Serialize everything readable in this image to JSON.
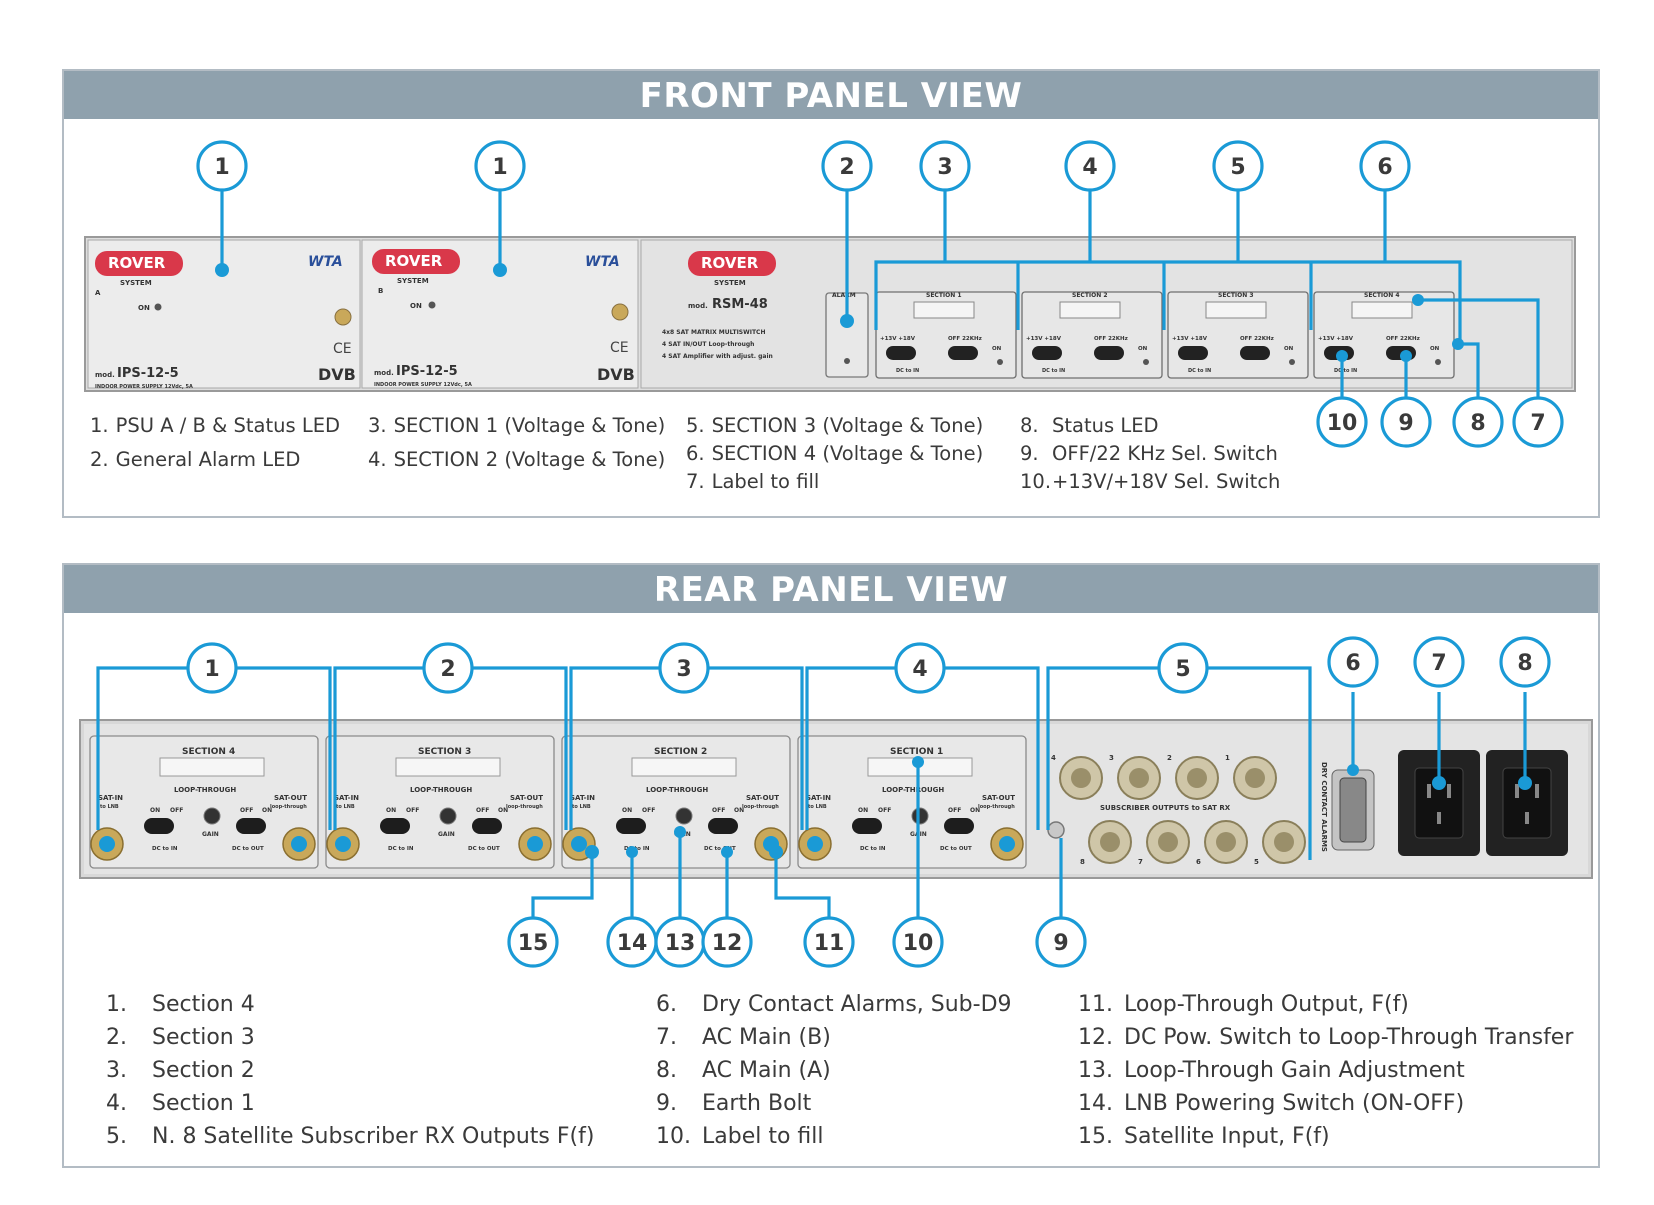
{
  "front": {
    "title": "FRONT PANEL VIEW",
    "callouts_top": [
      "1",
      "1",
      "2",
      "3",
      "4",
      "5",
      "6"
    ],
    "callouts_bottom": [
      "10",
      "9",
      "8",
      "7"
    ],
    "device": {
      "psu_a": {
        "brand": "ROVER",
        "sub": "SYSTEM",
        "led_label": "ON",
        "model": "IPS-12-5",
        "mod_prefix": "mod.",
        "desc": "INDOOR POWER SUPPLY 12Vdc, 5A",
        "logo": "WTA",
        "ce": "CE",
        "dvb": "DVB",
        "slot": "A"
      },
      "psu_b": {
        "brand": "ROVER",
        "sub": "SYSTEM",
        "led_label": "ON",
        "model": "IPS-12-5",
        "mod_prefix": "mod.",
        "desc": "INDOOR POWER SUPPLY 12Vdc, 5A",
        "logo": "WTA",
        "ce": "CE",
        "dvb": "DVB",
        "slot": "B"
      },
      "main": {
        "brand": "ROVER",
        "sub": "SYSTEM",
        "mod_prefix": "mod.",
        "model": "RSM-48",
        "features": [
          "4x8 SAT MATRIX MULTISWITCH",
          "4 SAT IN/OUT Loop-through",
          "4 SAT Amplifier with adjust. gain"
        ],
        "alarm_label": "ALARM"
      },
      "sections": [
        {
          "label": "SECTION 1",
          "v_label": "+13V  +18V",
          "t_label": "OFF  22KHz",
          "dc_label": "DC to IN",
          "on_label": "ON"
        },
        {
          "label": "SECTION 2",
          "v_label": "+13V  +18V",
          "t_label": "OFF  22KHz",
          "dc_label": "DC to IN",
          "on_label": "ON"
        },
        {
          "label": "SECTION 3",
          "v_label": "+13V  +18V",
          "t_label": "OFF  22KHz",
          "dc_label": "DC to IN",
          "on_label": "ON"
        },
        {
          "label": "SECTION 4",
          "v_label": "+13V  +18V",
          "t_label": "OFF  22KHz",
          "dc_label": "DC to IN",
          "on_label": "ON"
        }
      ]
    },
    "legend": {
      "col1": [
        {
          "num": "1.",
          "text": "PSU A / B & Status LED"
        },
        {
          "num": "2.",
          "text": "General Alarm LED"
        }
      ],
      "col2": [
        {
          "num": "3.",
          "text": "SECTION 1 (Voltage & Tone)"
        },
        {
          "num": "4.",
          "text": "SECTION 2 (Voltage & Tone)"
        }
      ],
      "col3": [
        {
          "num": "5.",
          "text": "SECTION 3  (Voltage & Tone)"
        },
        {
          "num": "6.",
          "text": "SECTION 4  (Voltage & Tone)"
        },
        {
          "num": "7.",
          "text": "Label to fill"
        }
      ],
      "col4": [
        {
          "num": "8.",
          "text": "Status LED"
        },
        {
          "num": "9.",
          "text": "OFF/22 KHz Sel. Switch"
        },
        {
          "num": "10.",
          "text": "+13V/+18V Sel. Switch"
        }
      ]
    }
  },
  "rear": {
    "title": "REAR PANEL VIEW",
    "callouts_top": [
      "1",
      "2",
      "3",
      "4",
      "5",
      "6",
      "7",
      "8"
    ],
    "callouts_bottom": [
      "15",
      "14",
      "13",
      "12",
      "11",
      "10",
      "9"
    ],
    "device": {
      "sections": [
        {
          "label": "SECTION 4",
          "loop": "LOOP-THROUGH",
          "sat_in": "SAT-IN",
          "sat_in_sub": "to LNB",
          "sat_out": "SAT-OUT",
          "sat_out_sub": "loop-through",
          "gain": "GAIN",
          "dc_in": "DC to IN",
          "dc_out": "DC to OUT",
          "on": "ON",
          "off": "OFF"
        },
        {
          "label": "SECTION 3",
          "loop": "LOOP-THROUGH",
          "sat_in": "SAT-IN",
          "sat_in_sub": "to LNB",
          "sat_out": "SAT-OUT",
          "sat_out_sub": "loop-through",
          "gain": "GAIN",
          "dc_in": "DC to IN",
          "dc_out": "DC to OUT",
          "on": "ON",
          "off": "OFF"
        },
        {
          "label": "SECTION 2",
          "loop": "LOOP-THROUGH",
          "sat_in": "SAT-IN",
          "sat_in_sub": "to LNB",
          "sat_out": "SAT-OUT",
          "sat_out_sub": "loop-through",
          "gain": "GAIN",
          "dc_in": "DC to IN",
          "dc_out": "DC to OUT",
          "on": "ON",
          "off": "OFF"
        },
        {
          "label": "SECTION 1",
          "loop": "LOOP-THROUGH",
          "sat_in": "SAT-IN",
          "sat_in_sub": "to LNB",
          "sat_out": "SAT-OUT",
          "sat_out_sub": "loop-through",
          "gain": "GAIN",
          "dc_in": "DC to IN",
          "dc_out": "DC to OUT",
          "on": "ON",
          "off": "OFF"
        }
      ],
      "subscriber_label": "SUBSCRIBER OUTPUTS to SAT RX",
      "subscriber_top_nums": [
        "4",
        "3",
        "2",
        "1"
      ],
      "subscriber_bottom_nums": [
        "8",
        "7",
        "6",
        "5"
      ],
      "dry_contact_label": "DRY CONTACT ALARMS"
    },
    "legend": {
      "col1": [
        {
          "num": "1.",
          "text": "Section 4"
        },
        {
          "num": "2.",
          "text": "Section 3"
        },
        {
          "num": "3.",
          "text": "Section 2"
        },
        {
          "num": "4.",
          "text": "Section 1"
        },
        {
          "num": "5.",
          "text": "N. 8 Satellite Subscriber RX Outputs F(f)"
        }
      ],
      "col2": [
        {
          "num": "6.",
          "text": "Dry Contact Alarms, Sub-D9"
        },
        {
          "num": "7.",
          "text": "AC Main (B)"
        },
        {
          "num": "8.",
          "text": "AC Main (A)"
        },
        {
          "num": "9.",
          "text": "Earth Bolt"
        },
        {
          "num": "10.",
          "text": "Label to fill"
        }
      ],
      "col3": [
        {
          "num": "11.",
          "text": "Loop-Through Output, F(f)"
        },
        {
          "num": "12.",
          "text": "DC Pow. Switch to Loop-Through Transfer"
        },
        {
          "num": "13.",
          "text": "Loop-Through Gain Adjustment"
        },
        {
          "num": "14.",
          "text": "LNB Powering Switch (ON-OFF)"
        },
        {
          "num": "15.",
          "text": "Satellite Input, F(f)"
        }
      ]
    }
  },
  "colors": {
    "accent": "#1a9ad6",
    "header": "#8fa1ad",
    "brand_red": "#d9384a",
    "panel": "#e6e6e6"
  }
}
